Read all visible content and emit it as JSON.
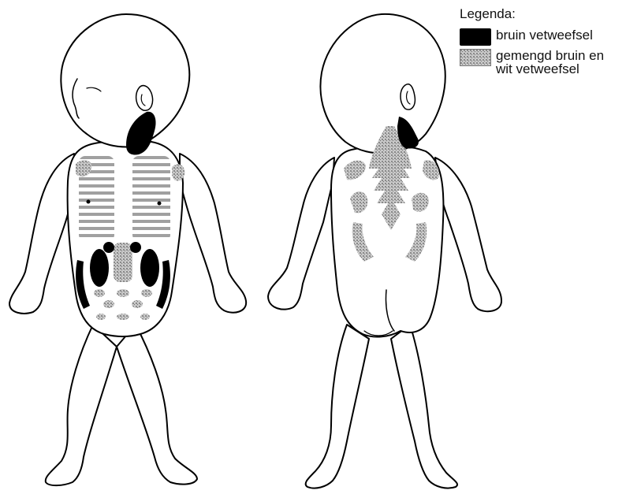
{
  "legend": {
    "title": "Legenda:",
    "items": [
      {
        "lines": [
          "bruin vetweefsel"
        ],
        "fill": "#000000",
        "pattern": "solid"
      },
      {
        "lines": [
          "gemengd bruin en",
          "wit vetweefsel"
        ],
        "fill": "#9a9a9a",
        "pattern": "stipple"
      }
    ]
  },
  "colors": {
    "outline": "#000000",
    "brown_fat": "#000000",
    "mixed_fat": "#a8a8a8",
    "skin": "#ffffff"
  },
  "figures": [
    {
      "view": "front",
      "icon": "infant-front-icon"
    },
    {
      "view": "back",
      "icon": "infant-back-icon"
    }
  ]
}
